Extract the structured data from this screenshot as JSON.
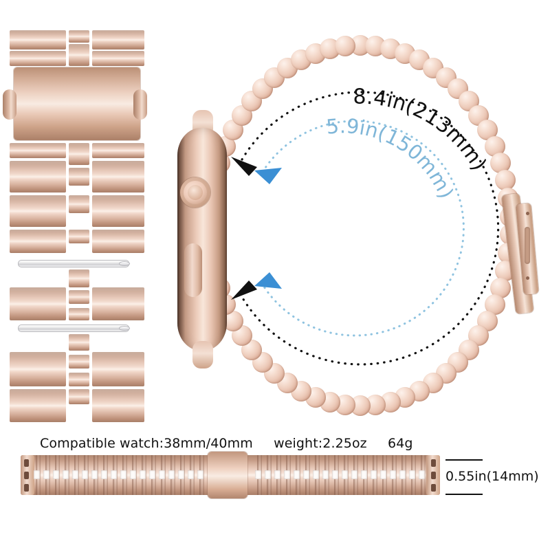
{
  "product": {
    "name": "rose-gold-stainless-steel-watch-band",
    "material_color": "#e9c8b6"
  },
  "measurements": {
    "outer_circumference": "8.4in(213mm)",
    "inner_circumference": "5.9in(150mm)",
    "band_width": "0.55in(14mm)"
  },
  "specs": {
    "compatible": "Compatible watch:38mm/40mm",
    "weight": "weight:2.25oz",
    "weight_grams": "64g"
  },
  "colors": {
    "outer_arc": "#111111",
    "inner_arc": "#8fc3e0",
    "arrow_outer": "#111111",
    "arrow_inner": "#3b8fd4",
    "text": "#111111",
    "metal_light": "#f8ebe2",
    "metal_mid": "#e4c3b2",
    "metal_dark": "#a87e68"
  }
}
